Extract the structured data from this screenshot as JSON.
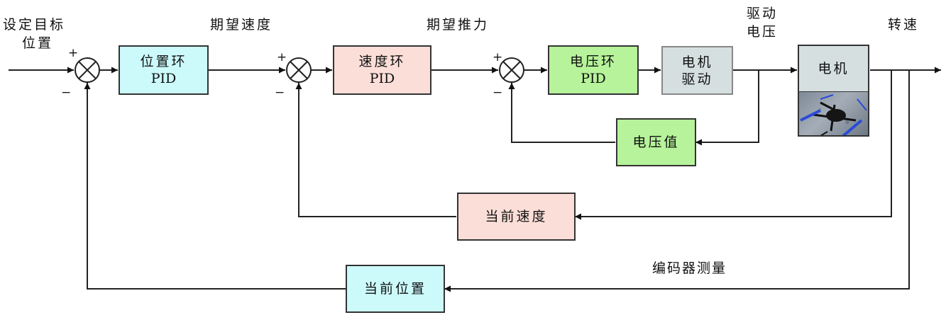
{
  "diagram": {
    "title": "",
    "input_label": [
      "设定目标",
      "位置"
    ],
    "signal_labels": {
      "desired_speed": "期望速度",
      "desired_thrust": "期望推力",
      "drive_voltage": [
        "驱动",
        "电压"
      ],
      "rotation_speed": "转速",
      "encoder_measure": "编码器测量"
    },
    "summing_signs": {
      "plus": "+",
      "minus": "−"
    },
    "blocks": {
      "position_pid": {
        "line1": "位置环",
        "line2": "PID",
        "color": "#ccfafb"
      },
      "speed_pid": {
        "line1": "速度环",
        "line2": "PID",
        "color": "#fbded8"
      },
      "voltage_pid": {
        "line1": "电压环",
        "line2": "PID",
        "color": "#b6f39a"
      },
      "motor_driver": {
        "line1": "电机",
        "line2": "驱动",
        "color": "#d5dfe0"
      },
      "motor": {
        "label": "电机",
        "color": "#d5dfe0",
        "image": "quadcopter-drone-photo"
      },
      "voltage_feedback": {
        "label": "电压值",
        "color": "#b6f39a"
      },
      "speed_feedback": {
        "label": "当前速度",
        "color": "#fbded8"
      },
      "position_feedback": {
        "label": "当前位置",
        "color": "#ccfafb"
      }
    }
  }
}
